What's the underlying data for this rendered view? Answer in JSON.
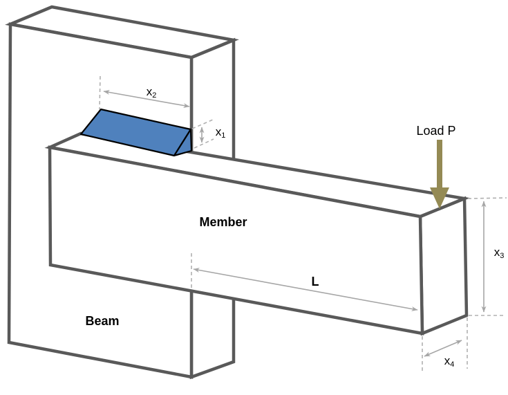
{
  "diagram": {
    "labels": {
      "beam": "Beam",
      "member": "Member",
      "load": "Load P",
      "length": "L",
      "x1": {
        "base": "x",
        "sub": "1"
      },
      "x2": {
        "base": "x",
        "sub": "2"
      },
      "x3": {
        "base": "x",
        "sub": "3"
      },
      "x4": {
        "base": "x",
        "sub": "4"
      }
    },
    "colors": {
      "background": "#ffffff",
      "solid_outline": "#595959",
      "weld_fill": "#4f81bd",
      "weld_outline": "#000000",
      "load_arrow": "#948a54",
      "dimension_line": "#a6a6a6",
      "extension_line": "#b0b0b0",
      "label_text": "#000000"
    }
  }
}
